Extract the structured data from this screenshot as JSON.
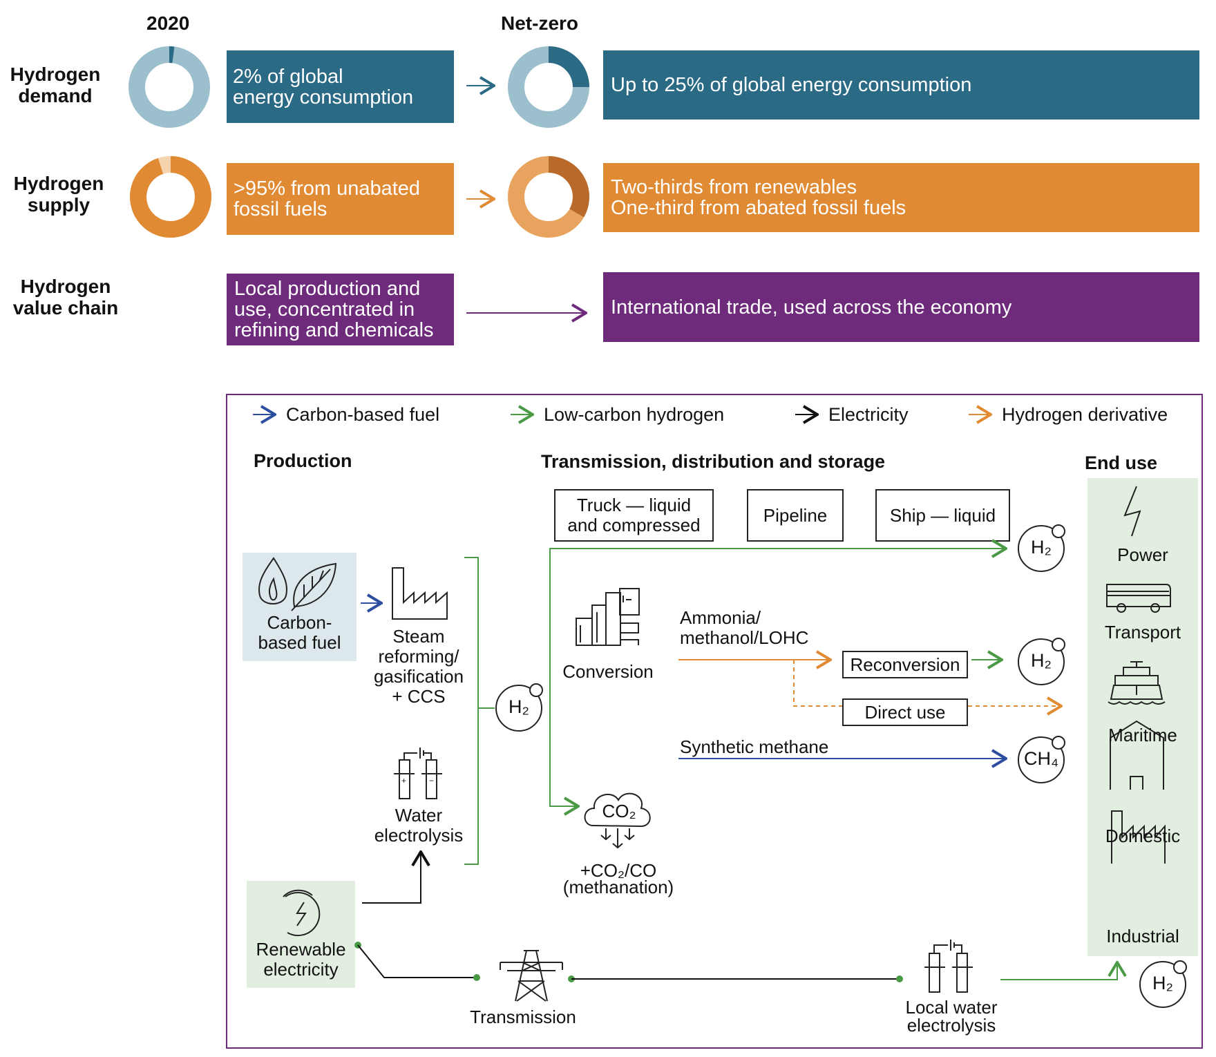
{
  "header": {
    "col_2020": "2020",
    "col_netzero": "Net-zero"
  },
  "rows": [
    {
      "label": [
        "Hydrogen",
        "demand"
      ],
      "left": [
        "2% of global",
        "energy consumption"
      ],
      "right": [
        "Up to 25% of global energy consumption"
      ],
      "color": "#2b6a84",
      "donut_2020": 0.02,
      "donut_netzero": 0.25
    },
    {
      "label": [
        "Hydrogen",
        "supply"
      ],
      "left": [
        ">95% from unabated",
        "fossil fuels"
      ],
      "right": [
        "Two-thirds from renewables",
        "One-third from abated fossil fuels"
      ],
      "color": "#e08a33",
      "donut_2020": 0.95,
      "donut_netzero": 0.667
    },
    {
      "label": [
        "Hydrogen",
        "value chain"
      ],
      "left": [
        "Local production and",
        "use, concentrated in",
        "refining and chemicals"
      ],
      "right": [
        "International trade, used across the economy"
      ],
      "color": "#6e2a7b"
    }
  ],
  "legend": [
    {
      "label": "Carbon-based fuel",
      "color": "#2c4da0"
    },
    {
      "label": "Low-carbon hydrogen",
      "color": "#4a9a45"
    },
    {
      "label": "Electricity",
      "color": "#111111"
    },
    {
      "label": "Hydrogen derivative",
      "color": "#e08a33"
    }
  ],
  "sections": {
    "production": "Production",
    "transmission": "Transmission, distribution and storage",
    "end_use": "End use"
  },
  "production": {
    "carbon_fuel": [
      "Carbon-",
      "based fuel"
    ],
    "steam": [
      "Steam",
      "reforming/",
      "gasification",
      "+ CCS"
    ],
    "water_electrolysis": [
      "Water",
      "electrolysis"
    ],
    "renewable": [
      "Renewable",
      "electricity"
    ]
  },
  "transport_modes": [
    [
      "Truck — liquid",
      "and compressed"
    ],
    [
      "Pipeline"
    ],
    [
      "Ship — liquid"
    ]
  ],
  "conversion": {
    "label": "Conversion",
    "ammonia": [
      "Ammonia/",
      "methanol/LOHC"
    ],
    "reconversion": "Reconversion",
    "direct_use": "Direct use",
    "synthetic_methane": "Synthetic methane",
    "methanation": [
      "+CO₂/CO",
      "(methanation)"
    ],
    "co2": "CO₂"
  },
  "bottom": {
    "transmission": "Transmission",
    "local_electrolysis": [
      "Local water",
      "electrolysis"
    ]
  },
  "symbols": {
    "h2": "H₂",
    "ch4": "CH₄"
  },
  "end_uses": [
    "Power",
    "Transport",
    "Maritime",
    "Domestic",
    "Industrial"
  ]
}
